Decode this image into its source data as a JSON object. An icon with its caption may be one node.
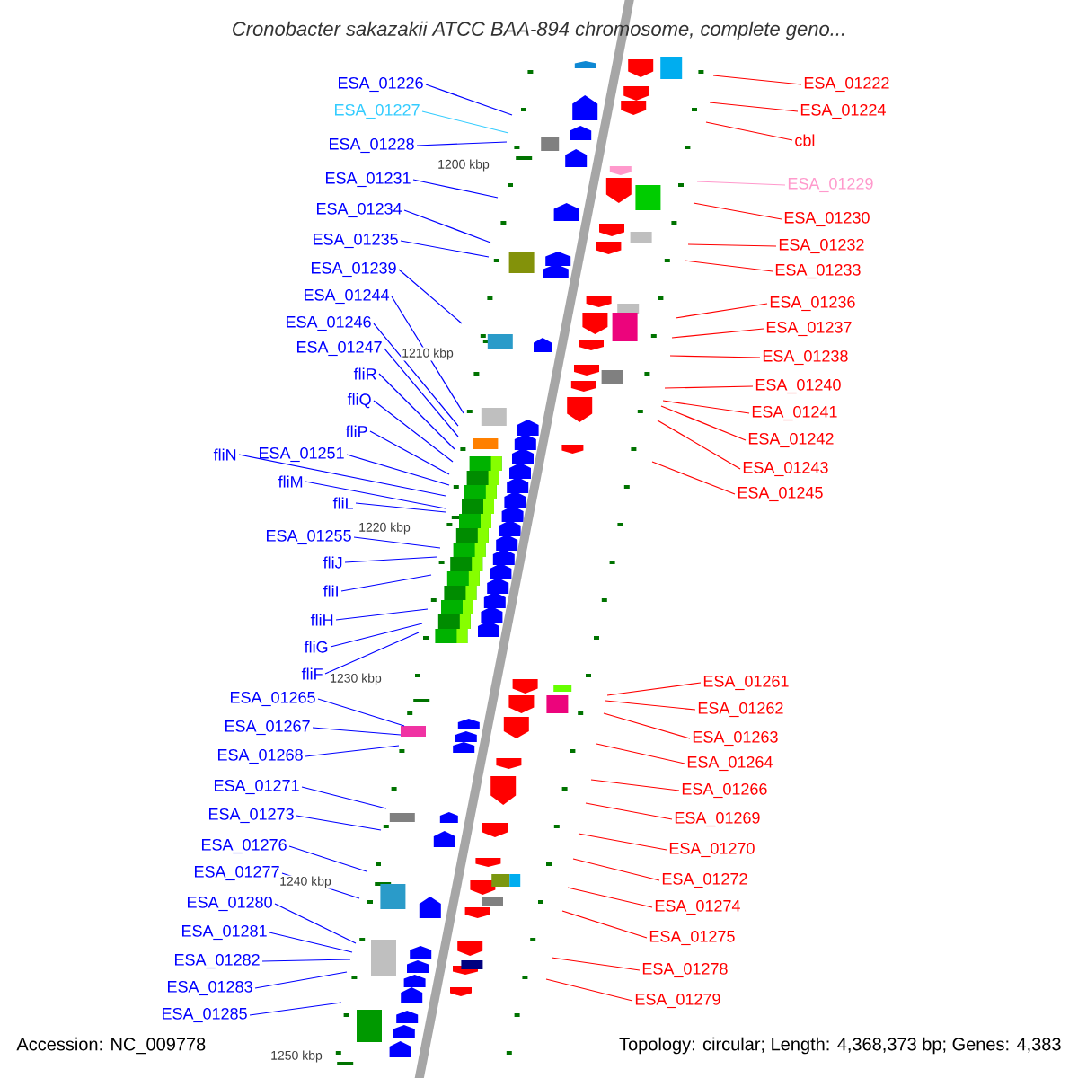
{
  "diagram": {
    "title": "Cronobacter sakazakii ATCC BAA-894 chromosome, complete geno...",
    "nodes": [
      {
        "text": [
          "ESA_01226"
        ]
      },
      {
        "text": [
          "ESA_01227"
        ]
      },
      {
        "text": [
          "ESA_01228"
        ]
      },
      {
        "text": [
          "ESA_01231"
        ]
      },
      {
        "text": [
          "ESA_01234"
        ]
      },
      {
        "text": [
          "ESA_01235"
        ]
      },
      {
        "text": [
          "ESA_01239"
        ]
      },
      {
        "text": [
          "ESA_01244"
        ]
      },
      {
        "text": [
          "ESA_01246"
        ]
      },
      {
        "text": [
          "ESA_01247"
        ]
      },
      {
        "text": [
          "fliR"
        ]
      },
      {
        "text": [
          "fliQ"
        ]
      },
      {
        "text": [
          "fliP"
        ]
      },
      {
        "text": [
          "fliN"
        ]
      },
      {
        "text": [
          "ESA_01251"
        ]
      },
      {
        "text": [
          "fliM"
        ]
      },
      {
        "text": [
          "fliL"
        ]
      },
      {
        "text": [
          "ESA_01255"
        ]
      },
      {
        "text": [
          "fliJ"
        ]
      },
      {
        "text": [
          "fliI"
        ]
      },
      {
        "text": [
          "fliH"
        ]
      },
      {
        "text": [
          "fliG"
        ]
      },
      {
        "text": [
          "fliF"
        ]
      },
      {
        "text": [
          "ESA_01265"
        ]
      },
      {
        "text": [
          "ESA_01267"
        ]
      },
      {
        "text": [
          "ESA_01268"
        ]
      },
      {
        "text": [
          "ESA_01271"
        ]
      },
      {
        "text": [
          "ESA_01273"
        ]
      },
      {
        "text": [
          "ESA_01276"
        ]
      },
      {
        "text": [
          "ESA_01277"
        ]
      },
      {
        "text": [
          "ESA_01280"
        ]
      },
      {
        "text": [
          "ESA_01281"
        ]
      },
      {
        "text": [
          "ESA_01282"
        ]
      },
      {
        "text": [
          "ESA_01283"
        ]
      },
      {
        "text": [
          "ESA_01285"
        ]
      },
      {
        "text": [
          "ESA_01222"
        ]
      },
      {
        "text": [
          "ESA_01224"
        ]
      },
      {
        "text": [
          "cbl"
        ]
      },
      {
        "text": [
          "ESA_01229"
        ]
      },
      {
        "text": [
          "ESA_01230"
        ]
      },
      {
        "text": [
          "ESA_01232"
        ]
      },
      {
        "text": [
          "ESA_01233"
        ]
      },
      {
        "text": [
          "ESA_01236"
        ]
      },
      {
        "text": [
          "ESA_01237"
        ]
      },
      {
        "text": [
          "ESA_01238"
        ]
      },
      {
        "text": [
          "ESA_01240"
        ]
      },
      {
        "text": [
          "ESA_01241"
        ]
      },
      {
        "text": [
          "ESA_01242"
        ]
      },
      {
        "text": [
          "ESA_01243"
        ]
      },
      {
        "text": [
          "ESA_01245"
        ]
      },
      {
        "text": [
          "ESA_01261"
        ]
      },
      {
        "text": [
          "ESA_01262"
        ]
      },
      {
        "text": [
          "ESA_01263"
        ]
      },
      {
        "text": [
          "ESA_01264"
        ]
      },
      {
        "text": [
          "ESA_01266"
        ]
      },
      {
        "text": [
          "ESA_01269"
        ]
      },
      {
        "text": [
          "ESA_01270"
        ]
      },
      {
        "text": [
          "ESA_01272"
        ]
      },
      {
        "text": [
          "ESA_01274"
        ]
      },
      {
        "text": [
          "ESA_01275"
        ]
      },
      {
        "text": [
          "ESA_01278"
        ]
      },
      {
        "text": [
          "ESA_01279"
        ]
      }
    ],
    "edges": [
      {
        "from": 0,
        "to": null,
        "arrow": "none"
      },
      {
        "from": 1,
        "to": null,
        "arrow": "none",
        "color": "#33ccff"
      },
      {
        "from": 2,
        "to": null,
        "arrow": "none"
      },
      {
        "from": 3,
        "to": null,
        "arrow": "none"
      },
      {
        "from": 4,
        "to": null,
        "arrow": "none"
      },
      {
        "from": 5,
        "to": null,
        "arrow": "none"
      },
      {
        "from": 6,
        "to": null,
        "arrow": "none"
      },
      {
        "from": 7,
        "to": null,
        "arrow": "none"
      },
      {
        "from": 8,
        "to": null,
        "arrow": "none"
      },
      {
        "from": 9,
        "to": null,
        "arrow": "none"
      },
      {
        "from": 10,
        "to": null,
        "arrow": "none"
      },
      {
        "from": 11,
        "to": null,
        "arrow": "none"
      },
      {
        "from": 12,
        "to": null,
        "arrow": "none"
      },
      {
        "from": 13,
        "to": null,
        "arrow": "none"
      },
      {
        "from": 14,
        "to": null,
        "arrow": "none"
      },
      {
        "from": 15,
        "to": null,
        "arrow": "none"
      },
      {
        "from": 16,
        "to": null,
        "arrow": "none"
      },
      {
        "from": 17,
        "to": null,
        "arrow": "none"
      },
      {
        "from": 18,
        "to": null,
        "arrow": "none"
      },
      {
        "from": 19,
        "to": null,
        "arrow": "none"
      },
      {
        "from": 20,
        "to": null,
        "arrow": "none"
      },
      {
        "from": 21,
        "to": null,
        "arrow": "none"
      },
      {
        "from": 22,
        "to": null,
        "arrow": "none"
      },
      {
        "from": 23,
        "to": null,
        "arrow": "none"
      },
      {
        "from": 24,
        "to": null,
        "arrow": "none"
      },
      {
        "from": 25,
        "to": null,
        "arrow": "none"
      },
      {
        "from": 26,
        "to": null,
        "arrow": "none"
      },
      {
        "from": 27,
        "to": null,
        "arrow": "none"
      },
      {
        "from": 28,
        "to": null,
        "arrow": "none"
      },
      {
        "from": 29,
        "to": null,
        "arrow": "none"
      },
      {
        "from": 30,
        "to": null,
        "arrow": "none"
      },
      {
        "from": 31,
        "to": null,
        "arrow": "none"
      },
      {
        "from": 32,
        "to": null,
        "arrow": "none"
      },
      {
        "from": 33,
        "to": null,
        "arrow": "none"
      },
      {
        "from": 34,
        "to": null,
        "arrow": "none"
      },
      {
        "from": 35,
        "to": null,
        "arrow": "none",
        "color": "#ff0000"
      },
      {
        "from": 36,
        "to": null,
        "arrow": "none",
        "color": "#ff0000"
      },
      {
        "from": 37,
        "to": null,
        "arrow": "none",
        "color": "#ff0000"
      },
      {
        "from": 38,
        "to": null,
        "arrow": "none",
        "color": "#ff99cc"
      },
      {
        "from": 39,
        "to": null,
        "arrow": "none",
        "color": "#ff0000"
      },
      {
        "from": 40,
        "to": null,
        "arrow": "none",
        "color": "#ff0000"
      },
      {
        "from": 41,
        "to": null,
        "arrow": "none",
        "color": "#ff0000"
      },
      {
        "from": 42,
        "to": null,
        "arrow": "none",
        "color": "#ff0000"
      },
      {
        "from": 43,
        "to": null,
        "arrow": "none",
        "color": "#ff0000"
      },
      {
        "from": 44,
        "to": null,
        "arrow": "none",
        "color": "#ff0000"
      },
      {
        "from": 45,
        "to": null,
        "arrow": "none",
        "color": "#ff0000"
      },
      {
        "from": 46,
        "to": null,
        "arrow": "none",
        "color": "#ff0000"
      },
      {
        "from": 47,
        "to": null,
        "arrow": "none",
        "color": "#ff0000"
      },
      {
        "from": 48,
        "to": null,
        "arrow": "none",
        "color": "#ff0000"
      },
      {
        "from": 49,
        "to": null,
        "arrow": "none",
        "color": "#ff0000"
      },
      {
        "from": 50,
        "to": null,
        "arrow": "none",
        "color": "#ff0000"
      },
      {
        "from": 51,
        "to": null,
        "arrow": "none",
        "color": "#ff0000"
      },
      {
        "from": 52,
        "to": null,
        "arrow": "none",
        "color": "#ff0000"
      },
      {
        "from": 53,
        "to": null,
        "arrow": "none",
        "color": "#ff0000"
      },
      {
        "from": 54,
        "to": null,
        "arrow": "none",
        "color": "#ff0000"
      },
      {
        "from": 55,
        "to": null,
        "arrow": "none",
        "color": "#ff0000"
      },
      {
        "from": 56,
        "to": null,
        "arrow": "none",
        "color": "#ff0000"
      },
      {
        "from": 57,
        "to": null,
        "arrow": "none",
        "color": "#ff0000"
      },
      {
        "from": 58,
        "to": null,
        "arrow": "none",
        "color": "#ff0000"
      },
      {
        "from": 59,
        "to": null,
        "arrow": "none",
        "color": "#ff0000"
      },
      {
        "from": 60,
        "to": null,
        "arrow": "none",
        "color": "#ff0000"
      },
      {
        "from": 61,
        "to": null,
        "arrow": "none",
        "color": "#ff0000"
      }
    ],
    "labels": [
      "1200 kbp",
      "1210 kbp",
      "1220 kbp",
      "1230 kbp",
      "1240 kbp",
      "1250 kbp",
      "Accession: NC_009778",
      "Topology: circular; Length: 4,368,373 bp; Genes: 4,383"
    ]
  }
}
